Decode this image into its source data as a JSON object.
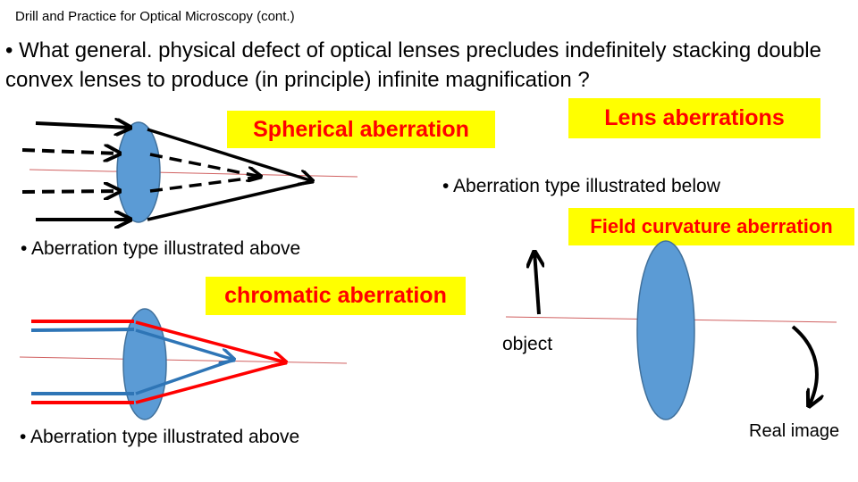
{
  "slide": {
    "header_title": "Drill and Practice for Optical Microscopy (cont.)",
    "question": "• What general. physical defect of optical lenses precludes indefinitely stacking double convex lenses to produce (in principle) infinite magnification ?"
  },
  "answers": {
    "spherical": "Spherical aberration",
    "lens_aberrations": "Lens aberrations",
    "field_curvature": "Field curvature aberration",
    "chromatic": "chromatic aberration"
  },
  "captions": {
    "below": "• Aberration type illustrated below",
    "above_top": "• Aberration type illustrated above",
    "above_bottom": "• Aberration type illustrated above"
  },
  "labels": {
    "object": "object",
    "real_image": "Real image"
  },
  "colors": {
    "highlight": "#ffff00",
    "answer_text": "#ff0000",
    "lens_fill": "#5b9bd5",
    "lens_stroke": "#41719c",
    "red_ray": "#ff0000",
    "blue_ray": "#2e75b6"
  }
}
